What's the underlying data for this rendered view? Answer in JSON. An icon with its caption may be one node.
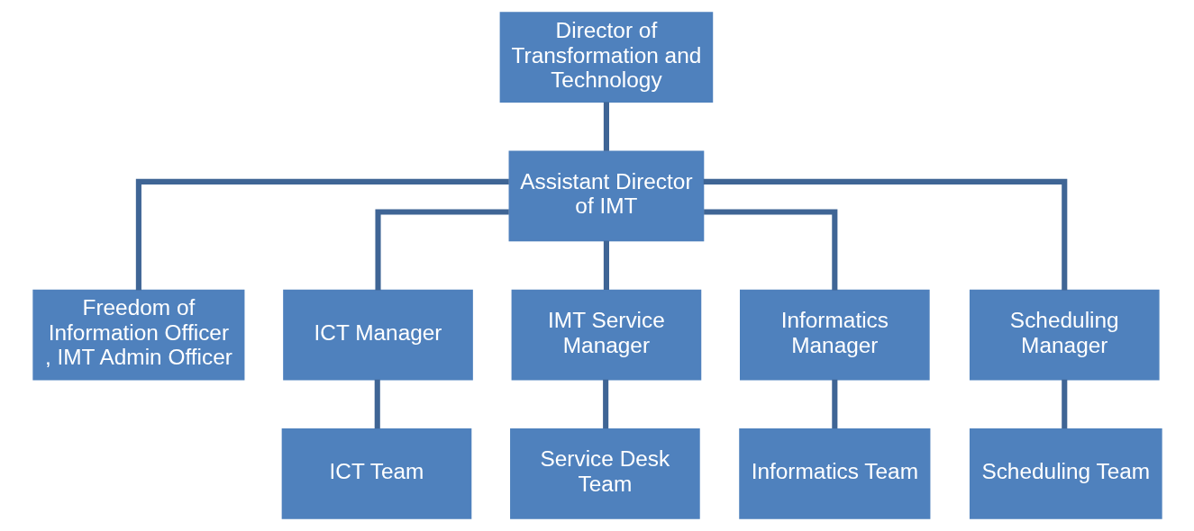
{
  "diagram": {
    "nodes": [
      {
        "text": [
          "Director of Transformation and Technology"
        ]
      },
      {
        "text": [
          "Assistant Director of IMT"
        ]
      },
      {
        "text": [
          "Freedom of Information Officer , IMT Admin Officer"
        ]
      },
      {
        "text": [
          "ICT Manager"
        ]
      },
      {
        "text": [
          "IMT Service Manager"
        ]
      },
      {
        "text": [
          "Informatics Manager"
        ]
      },
      {
        "text": [
          "Scheduling Manager"
        ]
      },
      {
        "text": [
          "ICT Team"
        ]
      },
      {
        "text": [
          "Service Desk Team"
        ]
      },
      {
        "text": [
          "Informatics Team"
        ]
      },
      {
        "text": [
          "Scheduling Team"
        ]
      }
    ],
    "edges": [
      {
        "from": 0,
        "to": 1,
        "arrow": "none"
      },
      {
        "from": 1,
        "to": 2,
        "arrow": "none"
      },
      {
        "from": 1,
        "to": 3,
        "arrow": "none"
      },
      {
        "from": 1,
        "to": 4,
        "arrow": "none"
      },
      {
        "from": 1,
        "to": 5,
        "arrow": "none"
      },
      {
        "from": 1,
        "to": 6,
        "arrow": "none"
      },
      {
        "from": 3,
        "to": 7,
        "arrow": "none"
      },
      {
        "from": 4,
        "to": 8,
        "arrow": "none"
      },
      {
        "from": 5,
        "to": 9,
        "arrow": "none"
      },
      {
        "from": 6,
        "to": 10,
        "arrow": "none"
      }
    ]
  }
}
